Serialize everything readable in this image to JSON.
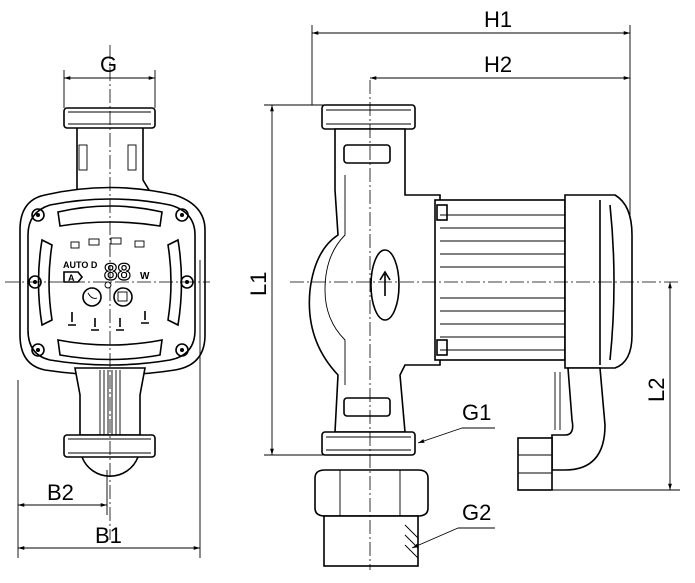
{
  "dimensions": {
    "G": "G",
    "H1": "H1",
    "H2": "H2",
    "L1": "L1",
    "L2": "L2",
    "B1": "B1",
    "B2": "B2",
    "G1": "G1",
    "G2": "G2"
  },
  "display": {
    "mode_label": "AUTO D",
    "mode_badge": "A",
    "digits": "88",
    "unit": "W"
  }
}
